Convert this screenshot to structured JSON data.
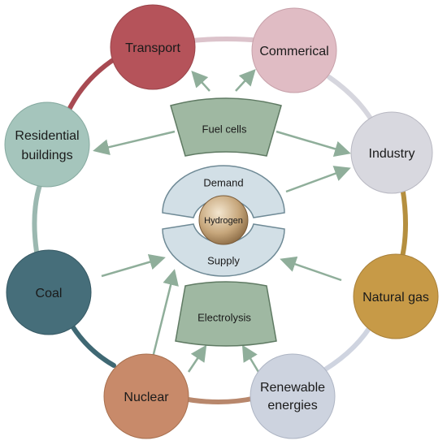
{
  "nodes": {
    "transport": {
      "label": "Transport",
      "color": "#b5535a"
    },
    "commercial": {
      "label": "Commerical",
      "color": "#e0bcc4"
    },
    "industry": {
      "label": "Industry",
      "color": "#d8d8df"
    },
    "natural_gas": {
      "label": "Natural gas",
      "color": "#c79a47"
    },
    "renewable": {
      "label_line1": "Renewable",
      "label_line2": "energies",
      "color": "#cdd3df"
    },
    "nuclear": {
      "label": "Nuclear",
      "color": "#c88a6a"
    },
    "coal": {
      "label": "Coal",
      "color": "#466e7a"
    },
    "residential": {
      "label_line1": "Residential",
      "label_line2": "buildings",
      "color": "#a5c5bc"
    }
  },
  "center": {
    "fuel_cells": "Fuel cells",
    "electrolysis": "Electrolysis",
    "demand": "Demand",
    "supply": "Supply",
    "hydrogen": "Hydrogen"
  },
  "colors": {
    "converter_fill": "#9fb8a2",
    "converter_stroke": "#5f7a63",
    "half_circle_fill": "#d2dfe6",
    "half_circle_stroke": "#6f8a96",
    "hydrogen_fill": "#c7a77c",
    "arrow": "#8fae9a"
  }
}
